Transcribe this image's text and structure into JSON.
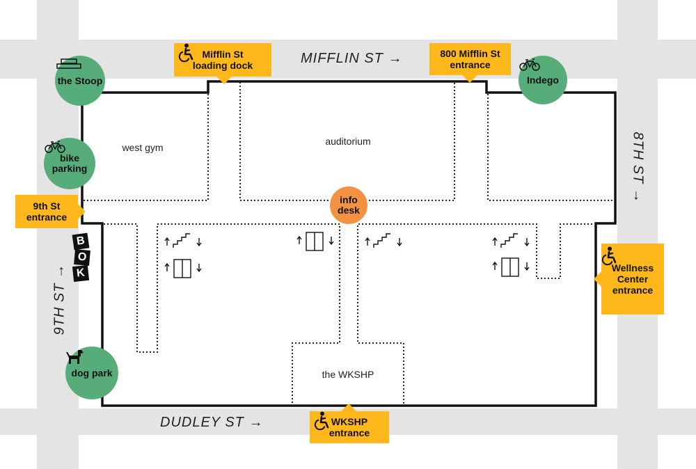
{
  "streets": {
    "top": "MIFFLIN ST →",
    "bottom": "DUDLEY ST →",
    "left": "9TH ST →",
    "right": "8TH ST →"
  },
  "rooms": {
    "west_gym": "west gym",
    "auditorium": "auditorium",
    "wkshp": "the WKSHP"
  },
  "places": {
    "stoop": "the Stoop",
    "bike_parking_line1": "bike",
    "bike_parking_line2": "parking",
    "indego": "Indego",
    "dog_park": "dog park",
    "info_line1": "info",
    "info_line2": "desk"
  },
  "entrances": {
    "loading_dock_line1": "Mifflin St",
    "loading_dock_line2": "loading dock",
    "mifflin800_line1": "800 Mifflin St",
    "mifflin800_line2": "entrance",
    "ninth_line1": "9th St",
    "ninth_line2": "entrance",
    "wellness_line1": "Wellness",
    "wellness_line2": "Center",
    "wellness_line3": "entrance",
    "wkshp_line1": "WKSHP",
    "wkshp_line2": "entrance"
  },
  "sign": [
    "B",
    "O",
    "K"
  ],
  "icons": [
    "accessible-icon",
    "stairs-icon",
    "elevator-icon",
    "bicycle-icon",
    "stoop-steps-icon",
    "dog-icon"
  ],
  "colors": {
    "street": "#e4e4e4",
    "place": "#57ad7a",
    "info": "#f39341",
    "entrance": "#ffb81c",
    "wall": "#111111"
  }
}
